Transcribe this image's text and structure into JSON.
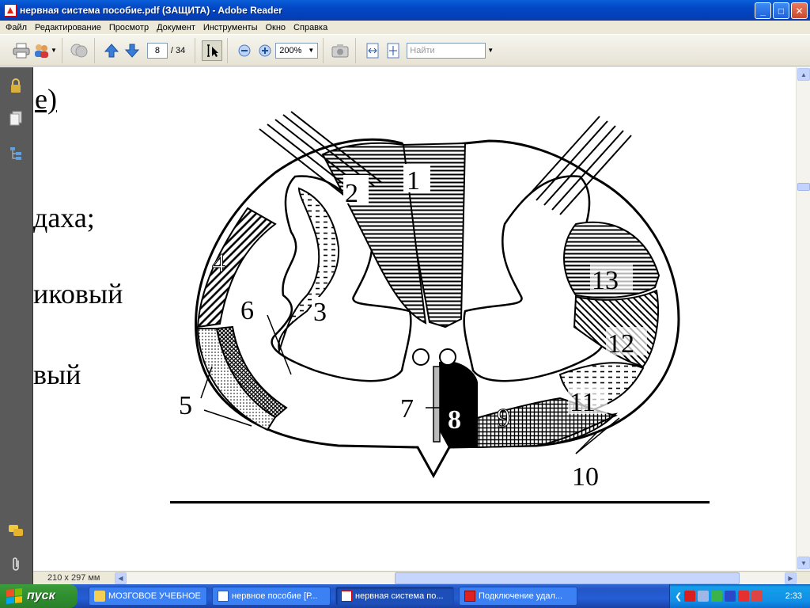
{
  "window": {
    "title": "нервная система  пособие.pdf (ЗАЩИТА) - Adobe Reader",
    "controls": {
      "minimize": "_",
      "maximize": "□",
      "close": "✕"
    }
  },
  "menu": [
    "Файл",
    "Редактирование",
    "Просмотр",
    "Документ",
    "Инструменты",
    "Окно",
    "Справка"
  ],
  "toolbar": {
    "current_page": "8",
    "total_pages": "/ 34",
    "zoom": "200%",
    "search_placeholder": "Найти"
  },
  "document": {
    "text_lines": [
      "e)",
      "даха;",
      "иковый",
      "вый"
    ],
    "figure_labels": [
      "1",
      "2",
      "3",
      "4",
      "5",
      "6",
      "7",
      "8",
      "9",
      "10",
      "11",
      "12",
      "13"
    ]
  },
  "statusbar": {
    "page_size": "210 x 297 мм"
  },
  "taskbar": {
    "start_label": "пуск",
    "tasks": [
      {
        "label": "МОЗГОВОЕ УЧЕБНОЕ",
        "icon": "folder-icon",
        "active": false
      },
      {
        "label": "нервное пособие [Р...",
        "icon": "word-icon",
        "active": false
      },
      {
        "label": "нервная система  по...",
        "icon": "pdf-icon",
        "active": true
      },
      {
        "label": "Подключение удал...",
        "icon": "pdf-icon",
        "active": false
      }
    ],
    "clock": "2:33"
  },
  "colors": {
    "titlebar": "#0346c4",
    "taskbar": "#245dd6",
    "start": "#2f8f2f",
    "nav_panel": "#5a5a5a"
  }
}
